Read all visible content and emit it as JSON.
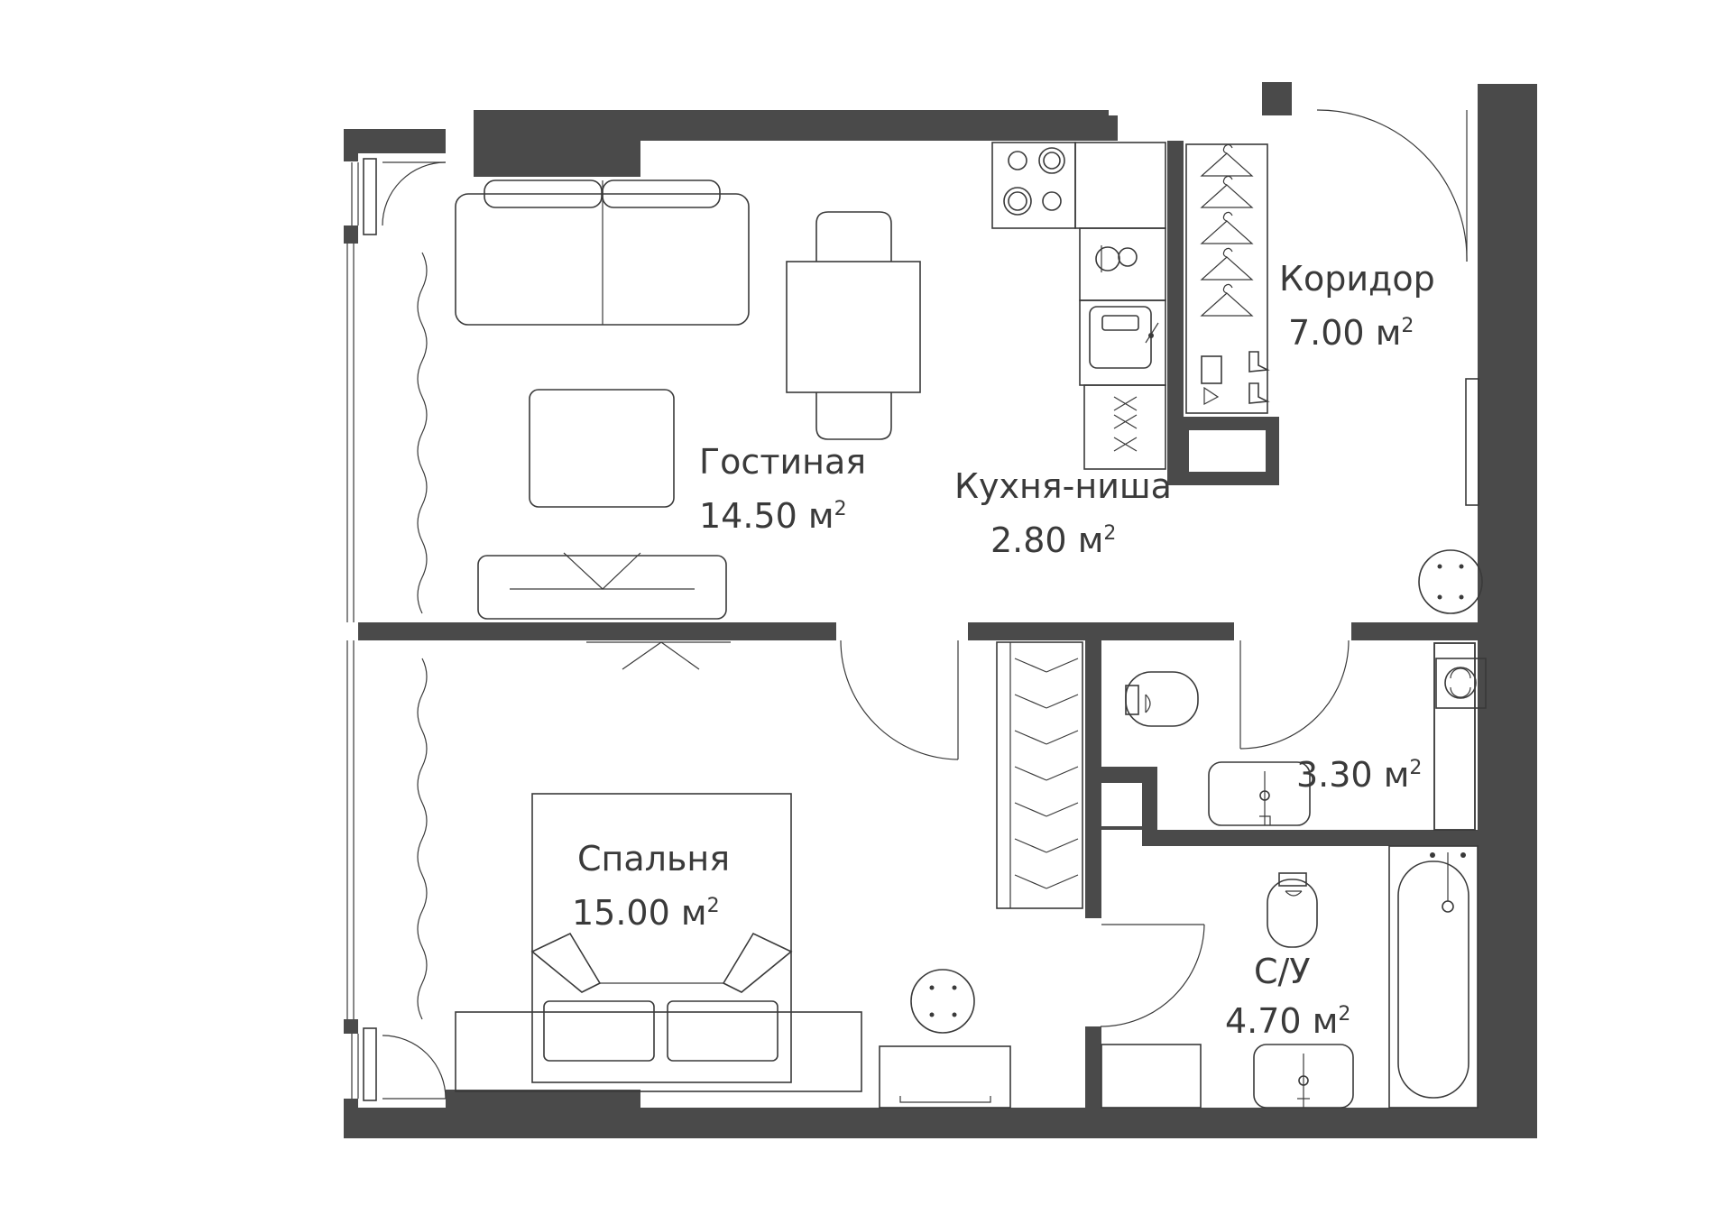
{
  "colors": {
    "wall": "#4a4a4a",
    "line": "#3a3a3a",
    "background": "#ffffff"
  },
  "rooms": {
    "living": {
      "name": "Гостиная",
      "area": "14.50",
      "unit": "м",
      "exp": "2"
    },
    "kitchen": {
      "name": "Кухня-ниша",
      "area": "2.80",
      "unit": "м",
      "exp": "2"
    },
    "corridor": {
      "name": "Коридор",
      "area": "7.00",
      "unit": "м",
      "exp": "2"
    },
    "laundry": {
      "area": "3.30",
      "unit": "м",
      "exp": "2"
    },
    "bedroom": {
      "name": "Спальня",
      "area": "15.00",
      "unit": "м",
      "exp": "2"
    },
    "bathroom": {
      "name": "С/У",
      "area": "4.70",
      "unit": "м",
      "exp": "2"
    }
  },
  "icons": [
    "sofa-icon",
    "dining-table-icon",
    "stove-icon",
    "sink-icon",
    "coat-hanger-icon",
    "shoe-icon",
    "bed-icon",
    "toilet-icon",
    "bathtub-icon",
    "washing-machine-icon",
    "round-table-icon",
    "curtain-icon",
    "tv-stand-icon",
    "door-swing-icon"
  ]
}
